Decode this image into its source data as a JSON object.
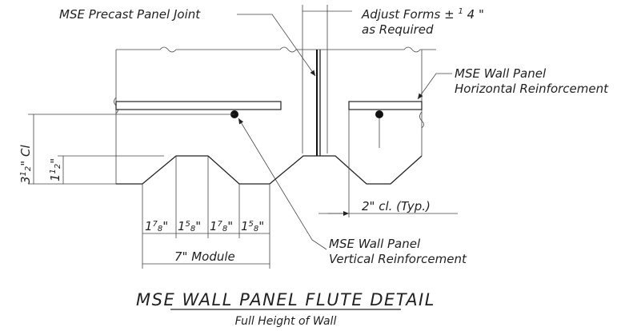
{
  "labels": {
    "panel_joint": "MSE Precast Panel Joint",
    "adjust_forms_line1": "Adjust Forms ±",
    "adjust_forms_frac_num": "1",
    "adjust_forms_frac_den": "4",
    "adjust_forms_inch": "\"",
    "adjust_forms_line2": "as Required",
    "horiz_reinf_line1": "MSE Wall Panel",
    "horiz_reinf_line2": "Horizontal Reinforcement",
    "vert_reinf_line1": "MSE Wall Panel",
    "vert_reinf_line2": "Vertical Reinforcement",
    "clear_typ": "2\" cl. (Typ.)",
    "module": "7\" Module"
  },
  "dimensions": {
    "cover": {
      "whole": "3",
      "num": "1",
      "den": "2",
      "suffix": "\" Cl"
    },
    "depth": {
      "whole": "1",
      "num": "1",
      "den": "2",
      "suffix": "\""
    },
    "segments": [
      {
        "whole": "1",
        "num": "7",
        "den": "8",
        "suffix": "\""
      },
      {
        "whole": "1",
        "num": "5",
        "den": "8",
        "suffix": "\""
      },
      {
        "whole": "1",
        "num": "7",
        "den": "8",
        "suffix": "\""
      },
      {
        "whole": "1",
        "num": "5",
        "den": "8",
        "suffix": "\""
      }
    ]
  },
  "title": "MSE WALL PANEL FLUTE DETAIL",
  "subtitle": "Full Height of Wall"
}
